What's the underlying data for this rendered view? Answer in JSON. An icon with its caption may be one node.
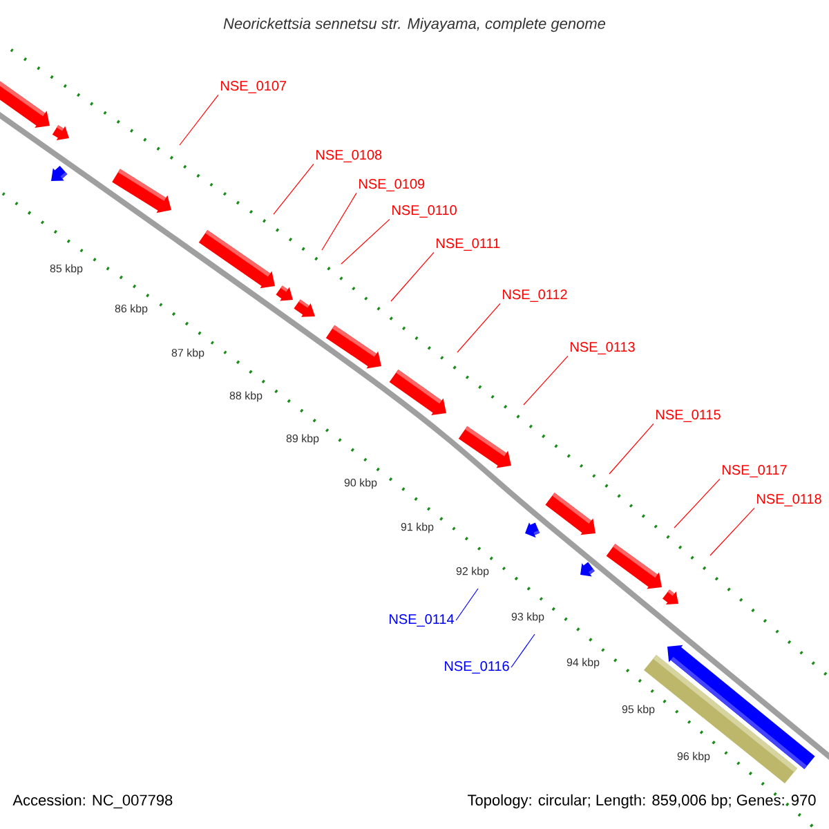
{
  "diagram": {
    "title": "Neorickettsia sennetsu str. Miyayama, complete genome",
    "nodes": [
      {
        "text": [
          "NSE_0107"
        ]
      },
      {
        "text": [
          "NSE_0108"
        ]
      },
      {
        "text": [
          "NSE_0109"
        ]
      },
      {
        "text": [
          "NSE_0110"
        ]
      },
      {
        "text": [
          "NSE_0111"
        ]
      },
      {
        "text": [
          "NSE_0112"
        ]
      },
      {
        "text": [
          "NSE_0113"
        ]
      },
      {
        "text": [
          "NSE_0115"
        ]
      },
      {
        "text": [
          "NSE_0117"
        ]
      },
      {
        "text": [
          "NSE_0118"
        ]
      },
      {
        "text": [
          "NSE_0114"
        ]
      },
      {
        "text": [
          "NSE_0116"
        ]
      }
    ],
    "edges": [
      {
        "from": 0,
        "to": null,
        "arrow": "none"
      },
      {
        "from": 1,
        "to": null,
        "arrow": "none"
      },
      {
        "from": 2,
        "to": null,
        "arrow": "none"
      },
      {
        "from": 3,
        "to": null,
        "arrow": "none"
      },
      {
        "from": 4,
        "to": null,
        "arrow": "none"
      },
      {
        "from": 5,
        "to": null,
        "arrow": "none"
      },
      {
        "from": 6,
        "to": null,
        "arrow": "none"
      },
      {
        "from": 7,
        "to": null,
        "arrow": "none"
      },
      {
        "from": 8,
        "to": null,
        "arrow": "none"
      },
      {
        "from": 9,
        "to": null,
        "arrow": "none"
      },
      {
        "from": 10,
        "to": null,
        "arrow": "none",
        "color": "#0000ff"
      },
      {
        "from": 11,
        "to": null,
        "arrow": "none",
        "color": "#0000ff"
      }
    ],
    "labels": [
      "85 kbp",
      "86 kbp",
      "87 kbp",
      "88 kbp",
      "89 kbp",
      "90 kbp",
      "91 kbp",
      "92 kbp",
      "93 kbp",
      "94 kbp",
      "95 kbp",
      "96 kbp",
      "Accession: NC_007798",
      "Topology: circular; Length: 859,006 bp; Genes: 970"
    ]
  }
}
